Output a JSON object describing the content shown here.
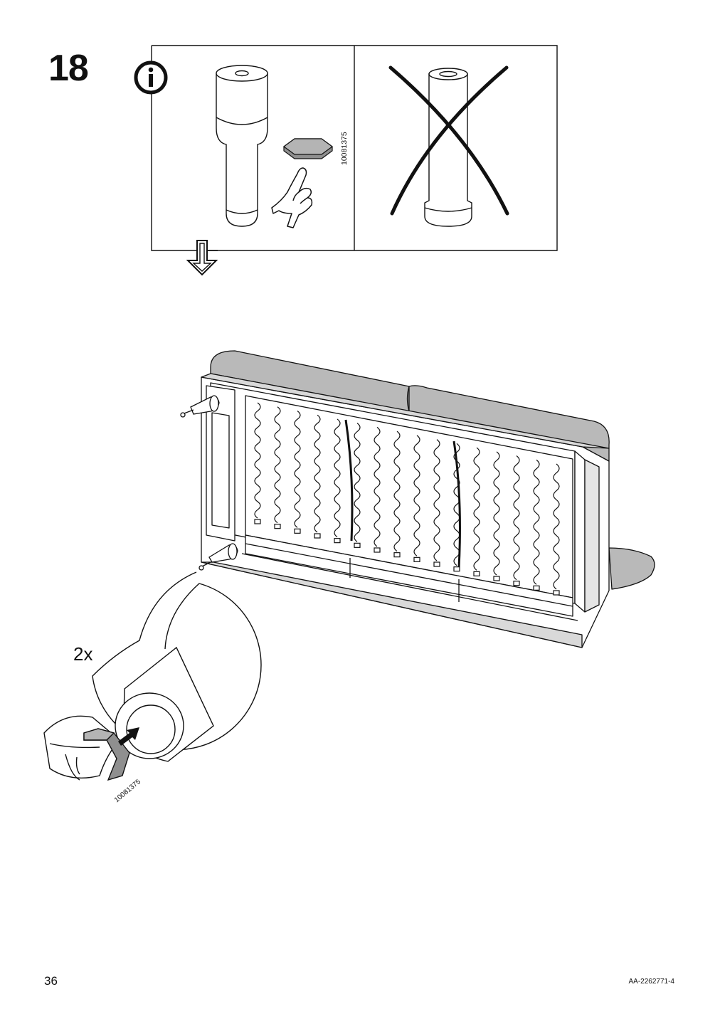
{
  "step": {
    "number": "18"
  },
  "info_panel": {
    "part_number": "10081375"
  },
  "detail": {
    "quantity": "2x",
    "part_number": "10081375"
  },
  "footer": {
    "page_number": "36",
    "document_code": "AA-2262771-4"
  },
  "icons": [
    "info-icon",
    "down-arrow-icon",
    "cross-mark-icon"
  ]
}
